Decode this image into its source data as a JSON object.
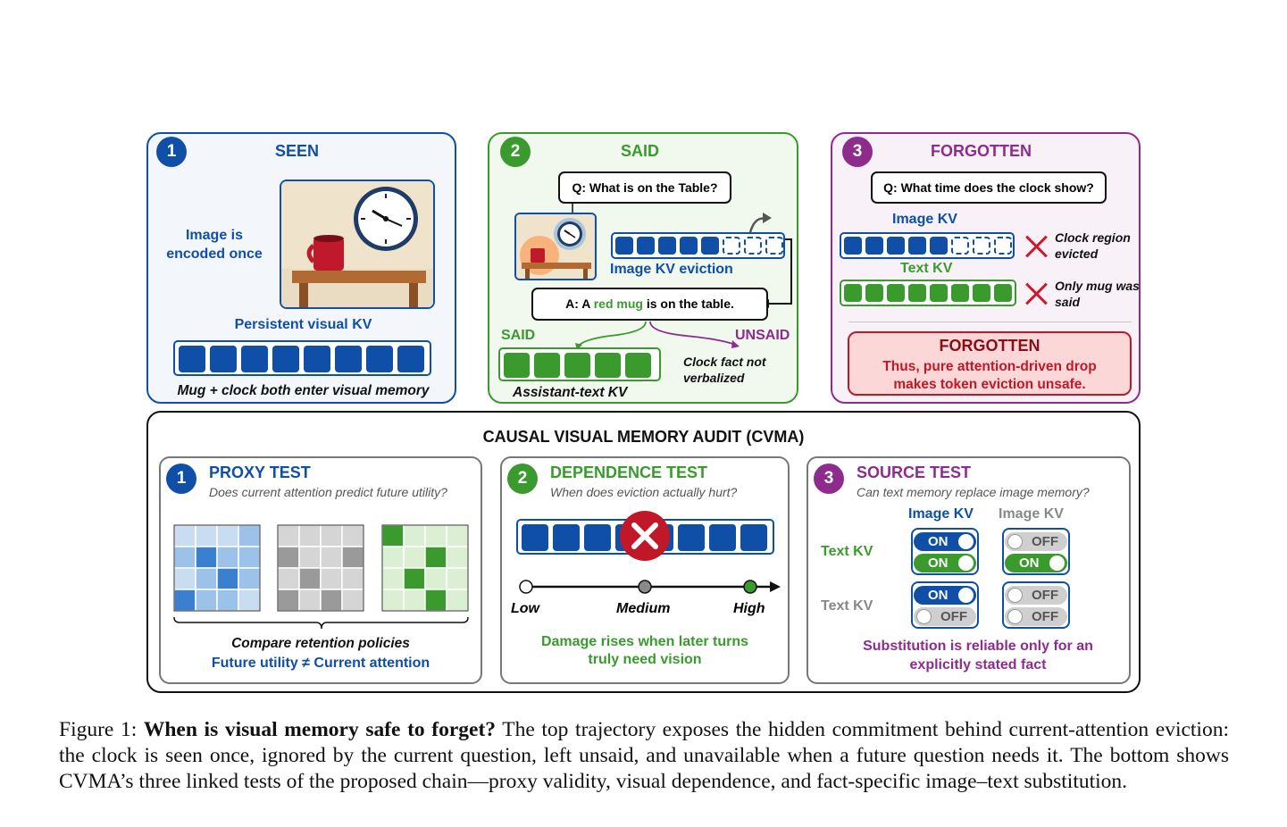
{
  "top": {
    "seen": {
      "number": "1",
      "title": "SEEN",
      "side_label": "Image is encoded once",
      "kv_label": "Persistent visual KV",
      "footer": "Mug + clock both enter visual memory"
    },
    "said": {
      "number": "2",
      "title": "SAID",
      "question": "Q: What is on the Table?",
      "eviction_label": "Image KV eviction",
      "answer_prefix": "A: A ",
      "answer_highlight": "red mug",
      "answer_suffix": " is on the table.",
      "said_label": "SAID",
      "unsaid_label": "UNSAID",
      "unsaid_note": "Clock fact not verbalized",
      "text_kv_label": "Assistant-text KV"
    },
    "forgotten": {
      "number": "3",
      "title": "FORGOTTEN",
      "question": "Q: What time does the clock show?",
      "image_kv_label": "Image KV",
      "image_kv_note": "Clock region evicted",
      "text_kv_label": "Text KV",
      "text_kv_note": "Only mug was said",
      "alert_title": "FORGOTTEN",
      "alert_text": "Thus, pure attention-driven drop makes token eviction unsafe."
    }
  },
  "audit": {
    "title": "CAUSAL VISUAL MEMORY AUDIT (CVMA)",
    "proxy": {
      "number": "1",
      "title": "PROXY TEST",
      "subtitle": "Does current attention predict future utility?",
      "caption1": "Compare retention policies",
      "caption2": "Future utility ≠ Current attention"
    },
    "dependence": {
      "number": "2",
      "title": "DEPENDENCE TEST",
      "subtitle": "When does eviction actually hurt?",
      "low": "Low",
      "medium": "Medium",
      "high": "High",
      "caption": "Damage rises when later turns truly need vision"
    },
    "source": {
      "number": "3",
      "title": "SOURCE TEST",
      "subtitle": "Can text memory replace image memory?",
      "col1": "Image KV",
      "col2": "Image KV",
      "row1": "Text KV",
      "row2": "Text KV",
      "on": "ON",
      "off": "OFF",
      "caption": "Substitution is reliable only for an explicitly stated fact"
    }
  },
  "figure": {
    "label": "Figure 1: ",
    "bold": "When is visual memory safe to forget?",
    "text": " The top trajectory exposes the hidden commitment behind current-attention eviction: the clock is seen once, ignored by the current question, left unsaid, and unavailable when a future question needs it. The bottom shows CVMA’s three linked tests of the proposed chain—proxy validity, visual dependence, and fact-specific image–text substitution."
  },
  "colors": {
    "blue": "#0f4fa8",
    "green": "#3a9a2e",
    "purple": "#8e2c8e",
    "red": "#c01828"
  }
}
